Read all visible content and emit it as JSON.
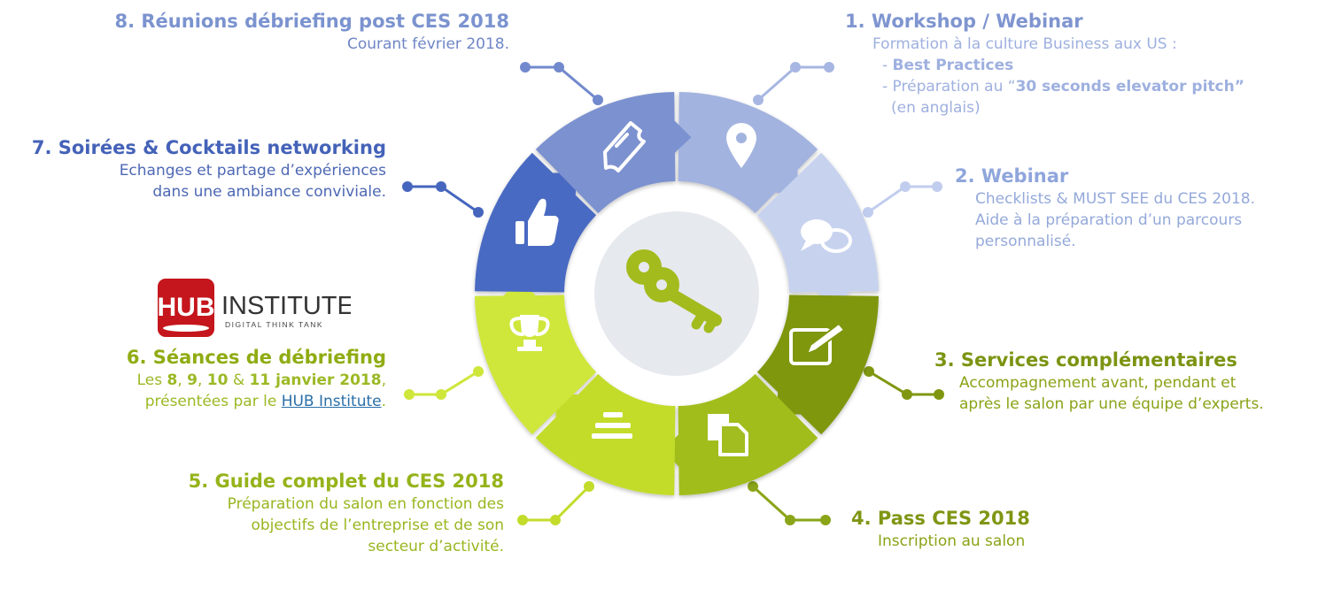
{
  "colors": {
    "seg1": "#a3b3df",
    "seg2": "#c7d2ee",
    "seg3": "#7f9710",
    "seg4": "#a1bd1f",
    "seg5": "#c3dc2b",
    "seg6": "#cfe63a",
    "seg7": "#4a6bc2",
    "seg8": "#7b91cf",
    "hub_red": "#c4161c",
    "center": "#e6e9ee",
    "key": "#a3bb1c"
  },
  "logo": {
    "box": "HUB",
    "word": "INSTITUTE",
    "tagline": "DIGITAL THINK TANK"
  },
  "items": {
    "s1": {
      "title": "1. Workshop / Webinar",
      "line1": "Formation à la culture Business aux US :",
      "line2_prefix": "- ",
      "line2_bold": "Best Practices",
      "line3_prefix": "- Préparation au “",
      "line3_bold": "30 seconds elevator pitch”",
      "line4": "(en anglais)"
    },
    "s2": {
      "title": "2. Webinar",
      "line1": "Checklists & MUST SEE du CES 2018.",
      "line2": "Aide à la préparation d’un parcours",
      "line3": "personnalisé."
    },
    "s3": {
      "title": "3. Services complémentaires",
      "line1": "Accompagnement  avant, pendant et",
      "line2": "après le salon par une équipe d’experts."
    },
    "s4": {
      "title": "4. Pass CES 2018",
      "line1": "Inscription au salon"
    },
    "s5": {
      "title": "5. Guide complet du CES 2018",
      "line1": "Préparation du salon en fonction des",
      "line2": "objectifs de l’entreprise et de son",
      "line3": "secteur d’activité."
    },
    "s6": {
      "title": "6. Séances de débriefing",
      "l1_a": "Les ",
      "l1_b": "8",
      "l1_c": ", ",
      "l1_d": "9",
      "l1_e": ", ",
      "l1_f": "10",
      "l1_g": " & ",
      "l1_h": "11 janvier 2018",
      "l1_i": ",",
      "l2_a": "présentées par le ",
      "l2_link": "HUB Institute",
      "l2_b": "."
    },
    "s7": {
      "title": "7. Soirées & Cocktails networking",
      "line1": "Echanges et partage d’expériences",
      "line2": "dans une ambiance conviviale."
    },
    "s8": {
      "title": "8. Réunions débriefing post CES 2018",
      "line1": "Courant février 2018."
    }
  }
}
